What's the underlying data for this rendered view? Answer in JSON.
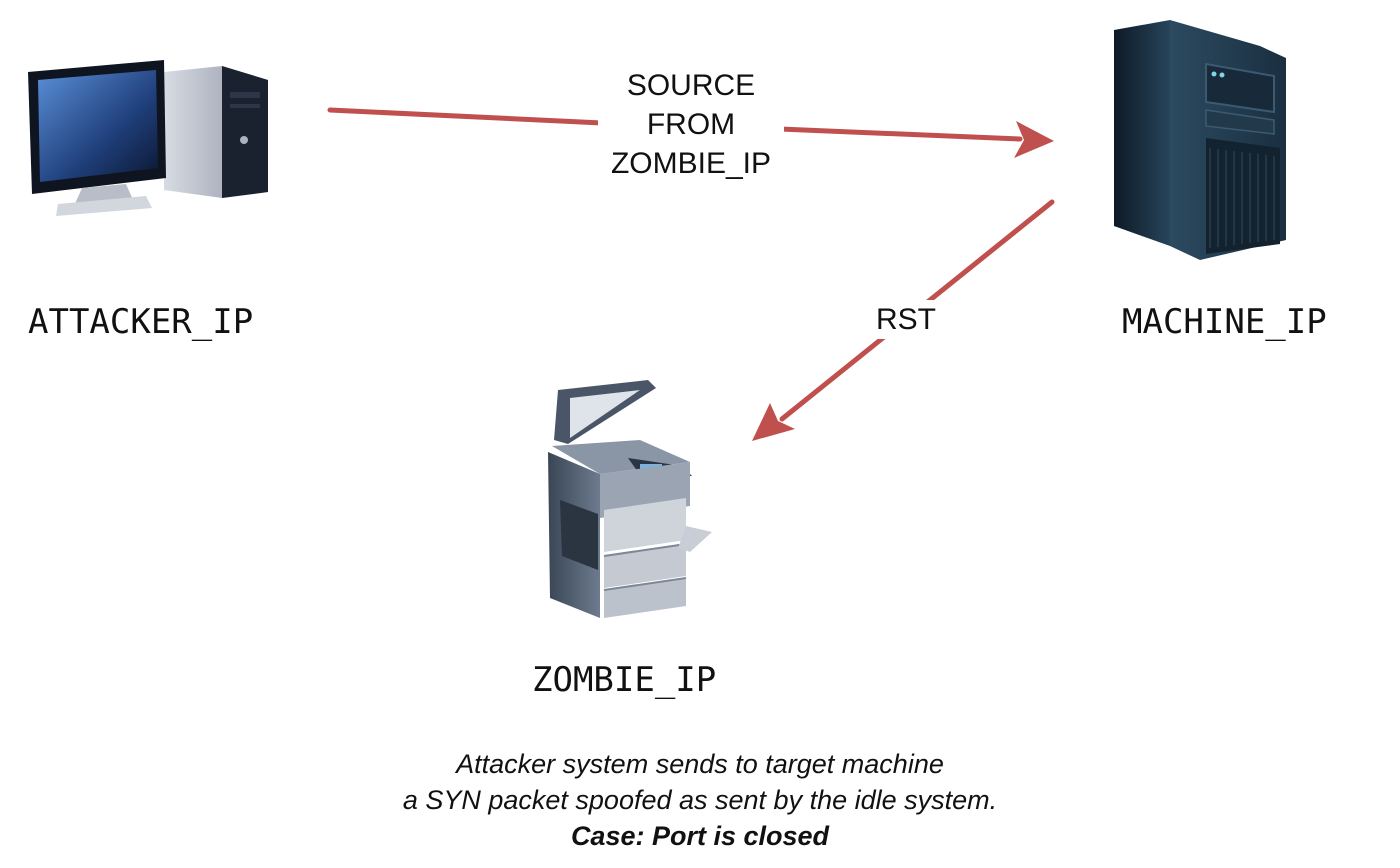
{
  "nodes": {
    "attacker": {
      "label": "ATTACKER_IP",
      "icon": "desktop-computer-icon"
    },
    "machine": {
      "label": "MACHINE_IP",
      "icon": "server-tower-icon"
    },
    "zombie": {
      "label": "ZOMBIE_IP",
      "icon": "printer-icon"
    }
  },
  "edges": {
    "spoofed": {
      "label_lines": [
        "SOURCE",
        "FROM",
        "ZOMBIE_IP"
      ]
    },
    "rst": {
      "label": "RST"
    }
  },
  "caption": {
    "line1": "Attacker system sends to target machine",
    "line2": "a SYN packet spoofed as sent by the idle system.",
    "line3": "Case: Port is closed"
  },
  "colors": {
    "arrow": "#c0504d",
    "device_dark": "#1c2a3a"
  }
}
